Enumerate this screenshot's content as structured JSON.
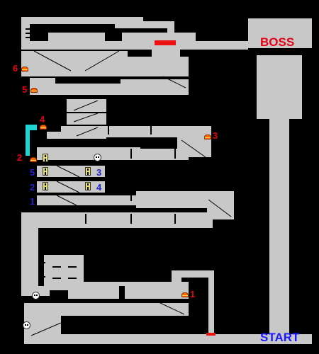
{
  "labels": {
    "boss": "BOSS",
    "start": "START"
  },
  "colors": {
    "background": "#000000",
    "floor": "#c8c8c8",
    "wall_line": "#000000",
    "boss_text": "#e60012",
    "start_text": "#1a1aff",
    "boss_door": "#ee1111",
    "start_door": "#ee1111",
    "water_path": "#22d3d3",
    "chest": "#ff6600",
    "red_number": "#e60012",
    "blue_number": "#2222cc",
    "switch": "#e8e066"
  },
  "chests": [
    {
      "number": "1"
    },
    {
      "number": "2"
    },
    {
      "number": "3"
    },
    {
      "number": "4"
    },
    {
      "number": "5"
    },
    {
      "number": "6"
    }
  ],
  "switch_numbers": [
    "5",
    "3",
    "2",
    "4",
    "1"
  ],
  "skulls": 3,
  "icons": [
    "chest-icon",
    "skull-icon",
    "switch-icon"
  ]
}
